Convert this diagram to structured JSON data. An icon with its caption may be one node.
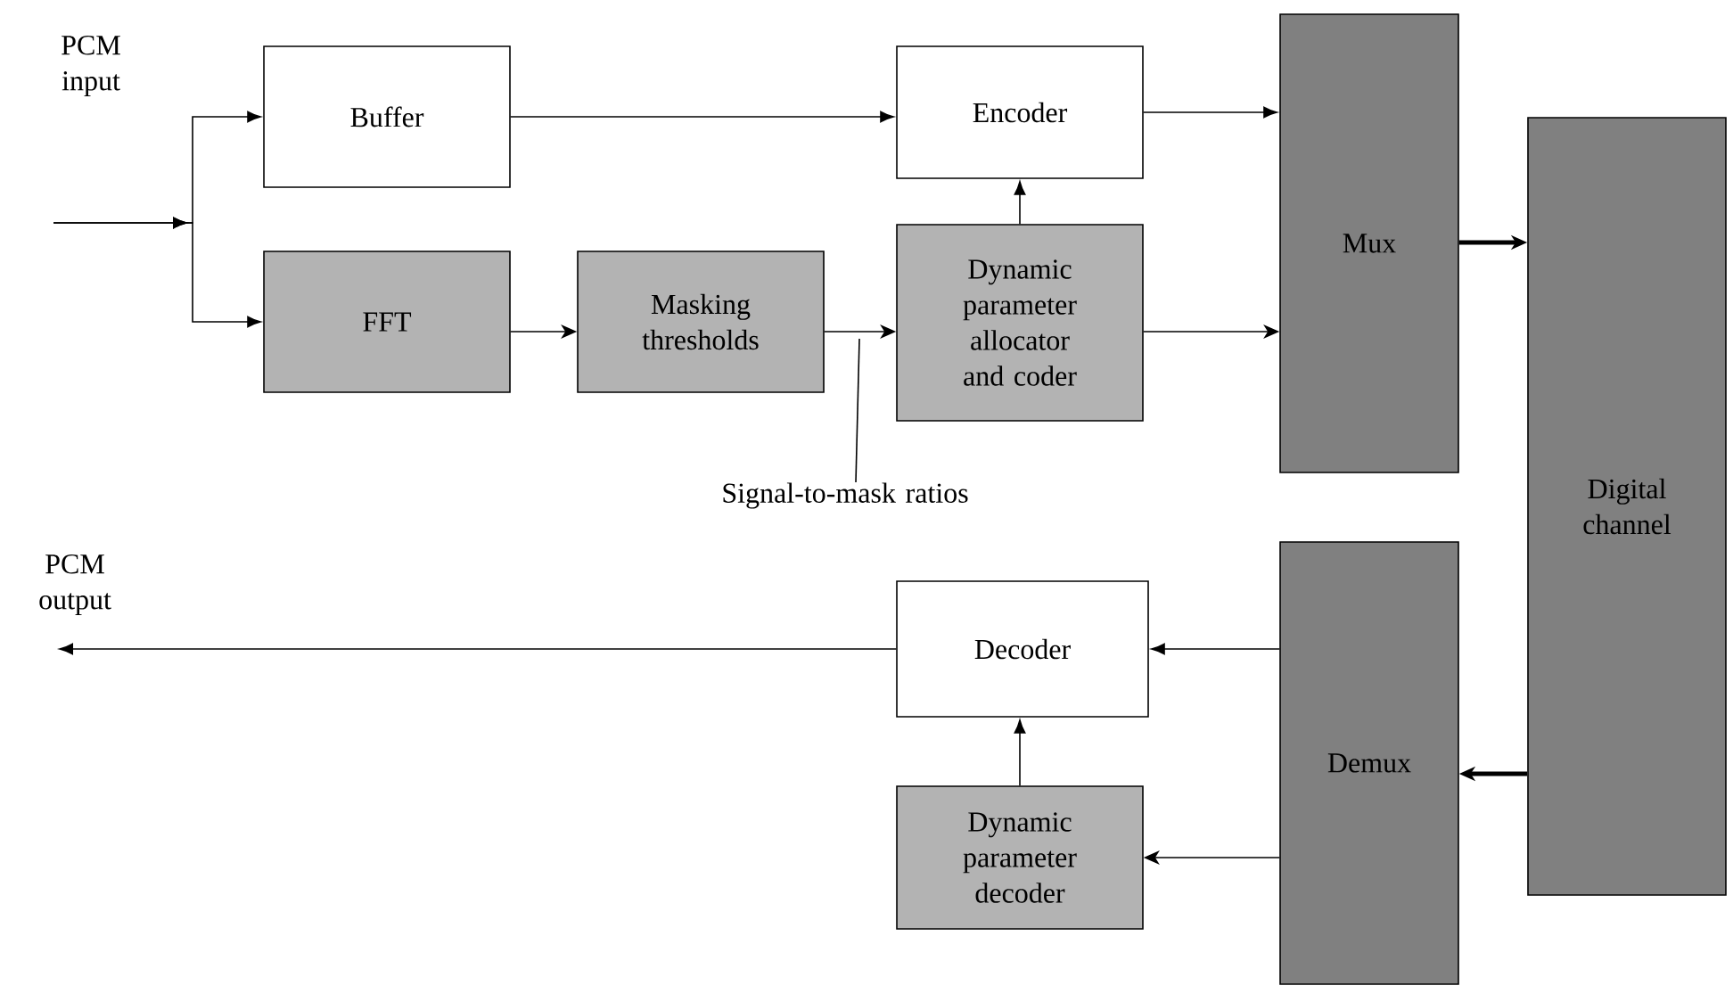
{
  "diagram": {
    "nodes": [
      {
        "text": [
          "Buffer"
        ]
      },
      {
        "text": [
          "FFT"
        ]
      },
      {
        "text": [
          "Masking thresholds"
        ]
      },
      {
        "text": [
          "Encoder"
        ]
      },
      {
        "text": [
          "Dynamic parameter allocator and coder"
        ]
      },
      {
        "text": [
          "Signal-to-mask ratios"
        ]
      },
      {
        "text": [
          "Mux"
        ]
      },
      {
        "text": [
          "Digital channel"
        ]
      },
      {
        "text": [
          "Demux"
        ]
      },
      {
        "text": [
          "Decoder"
        ]
      },
      {
        "text": [
          "Dynamic parameter decoder"
        ]
      }
    ],
    "edges": [
      {
        "from": null,
        "to": 0,
        "arrow": "to"
      },
      {
        "from": null,
        "to": 1,
        "arrow": "to"
      },
      {
        "from": 0,
        "to": 3,
        "arrow": "to"
      },
      {
        "from": 1,
        "to": 2,
        "arrow": "to"
      },
      {
        "from": 2,
        "to": 4,
        "arrow": "to"
      },
      {
        "from": 4,
        "to": 3,
        "arrow": "to"
      },
      {
        "from": 3,
        "to": 6,
        "arrow": "to"
      },
      {
        "from": 4,
        "to": 6,
        "arrow": "to"
      },
      {
        "from": 6,
        "to": 7,
        "arrow": "to",
        "style": "thick"
      },
      {
        "from": 7,
        "to": 8,
        "arrow": "to",
        "style": "thick"
      },
      {
        "from": 8,
        "to": 9,
        "arrow": "to"
      },
      {
        "from": 8,
        "to": 10,
        "arrow": "to"
      },
      {
        "from": 10,
        "to": 9,
        "arrow": "to"
      },
      {
        "from": 9,
        "to": null,
        "arrow": "to"
      },
      {
        "from": 5,
        "to": null,
        "arrow": "none"
      }
    ],
    "labels": [
      "PCM input",
      "PCM output"
    ]
  }
}
